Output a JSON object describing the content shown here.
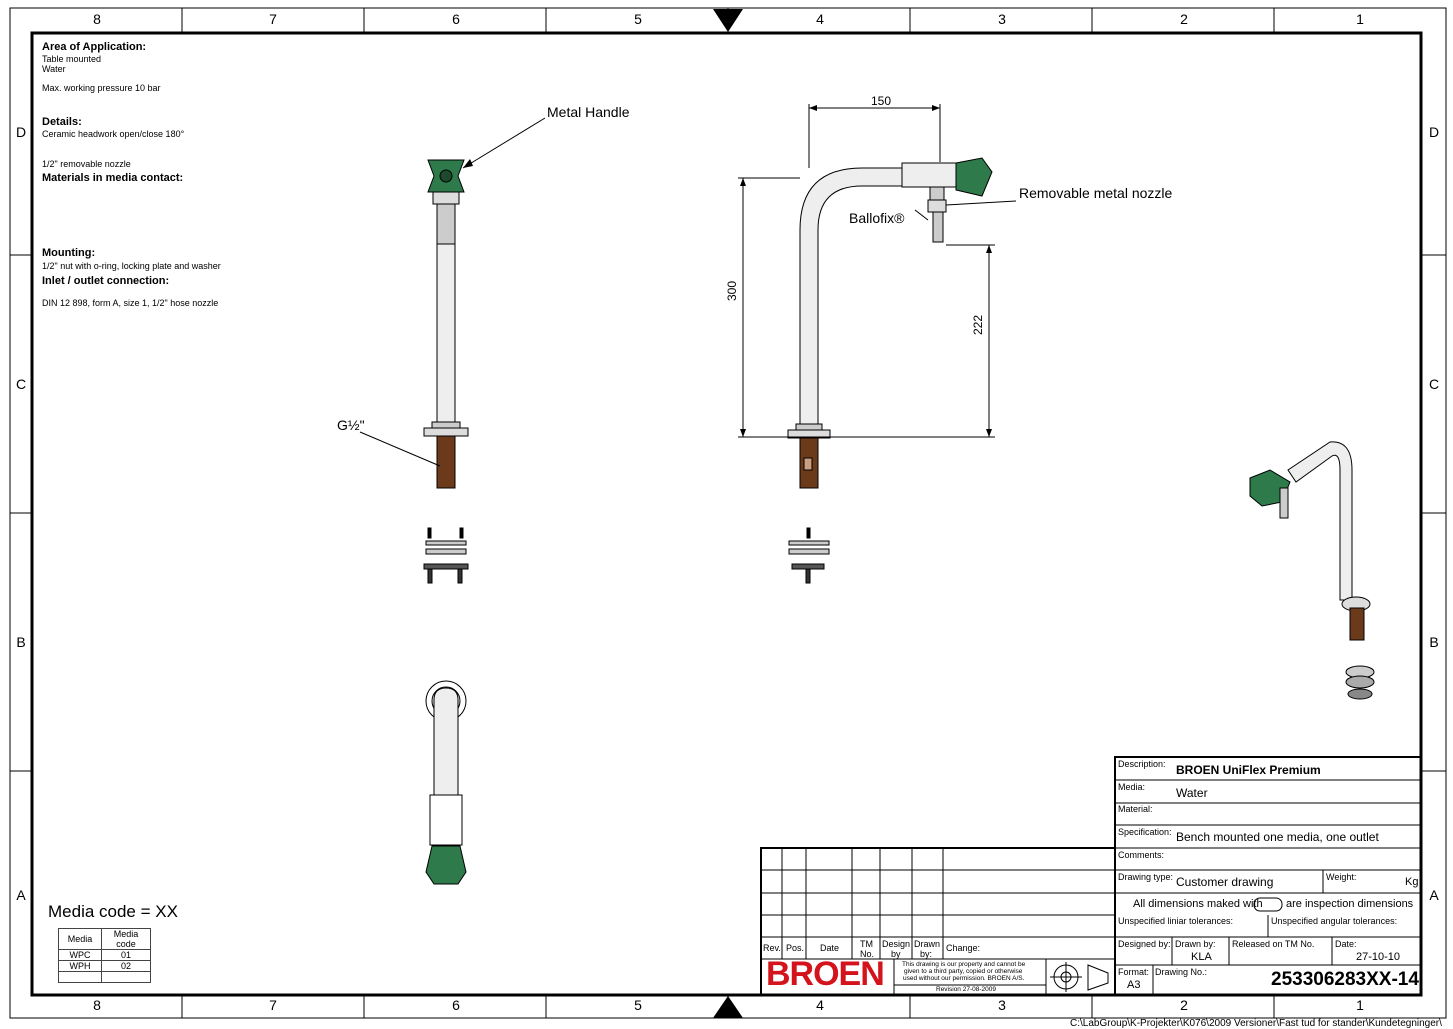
{
  "frame": {
    "columns_top": [
      "8",
      "7",
      "6",
      "5",
      "4",
      "3",
      "2",
      "1"
    ],
    "columns_bottom": [
      "8",
      "7",
      "6",
      "5",
      "4",
      "3",
      "2",
      "1"
    ],
    "rows_left": [
      "D",
      "C",
      "B",
      "A"
    ],
    "rows_right": [
      "D",
      "C",
      "B",
      "A"
    ]
  },
  "specs": {
    "area_heading": "Area of Application:",
    "area_line1": "Table mounted",
    "area_line2": "Water",
    "pressure": "Max. working pressure 10 bar",
    "details_heading": "Details:",
    "details_line1": "Ceramic headwork open/close 180°",
    "details_line2": "1/2\" removable nozzle",
    "materials_heading": "Materials in media contact:",
    "mounting_heading": "Mounting:",
    "mounting_line1": "1/2\" nut with o-ring, locking plate and washer",
    "inlet_heading": "Inlet / outlet connection:",
    "inlet_line1": "DIN 12 898, form A, size 1, 1/2\" hose nozzle"
  },
  "labels": {
    "metal_handle": "Metal Handle",
    "thread": "G½\"",
    "ballofix": "Ballofix®",
    "removable_nozzle": "Removable metal nozzle",
    "dim_150": "150",
    "dim_300": "300",
    "dim_222": "222"
  },
  "media_code": {
    "title": "Media code = XX",
    "headers": [
      "Media",
      "Media code"
    ],
    "rows": [
      [
        "WPC",
        "01"
      ],
      [
        "WPH",
        "02"
      ],
      [
        "",
        ""
      ]
    ]
  },
  "title_block": {
    "description_label": "Description:",
    "description": "BROEN UniFlex Premium",
    "media_label": "Media:",
    "media": "Water",
    "material_label": "Material:",
    "specification_label": "Specification:",
    "specification": "Bench mounted one media, one outlet",
    "comments_label": "Comments:",
    "drawing_type_label": "Drawing type:",
    "drawing_type": "Customer drawing",
    "weight_label": "Weight:",
    "weight_unit": "Kg",
    "inspection_pre": "All dimensions maked with",
    "inspection_post": "are inspection dimensions",
    "linear_tol": "Unspecified liniar tolerances:",
    "angular_tol": "Unspecified angular tolerances:",
    "designed_by_label": "Designed by:",
    "drawn_by_label": "Drawn by:",
    "drawn_by": "KLA",
    "released_label": "Released on TM No.",
    "date_label": "Date:",
    "date": "27-10-10",
    "format_label": "Format:",
    "format": "A3",
    "drawing_no_label": "Drawing No.:",
    "drawing_no": "253306283XX-14"
  },
  "revision_block": {
    "rev": "Rev.",
    "pos": "Pos.",
    "date": "Date",
    "tm1": "TM",
    "tm2": "No.",
    "design1": "Design",
    "design2": "by",
    "drawn1": "Drawn",
    "drawn2": "by:",
    "change": "Change:",
    "logo": "BROEN",
    "legal1": "This drawing is our property and cannot be",
    "legal2": "given to a third party, copied or otherwise",
    "legal3": "used without our permission.  BROEN A/S.",
    "revision": "Revision 27-08-2009"
  },
  "file_path": "C:\\LabGroup\\K-Projekter\\K076\\2009 Versioner\\Fast tud for stander\\Kundetegninger\\",
  "colors": {
    "handle_green": "#2e7a4a",
    "stem_brown": "#6b3a1a",
    "chrome": "#e8e8e8",
    "logo_red": "#d4141c"
  }
}
